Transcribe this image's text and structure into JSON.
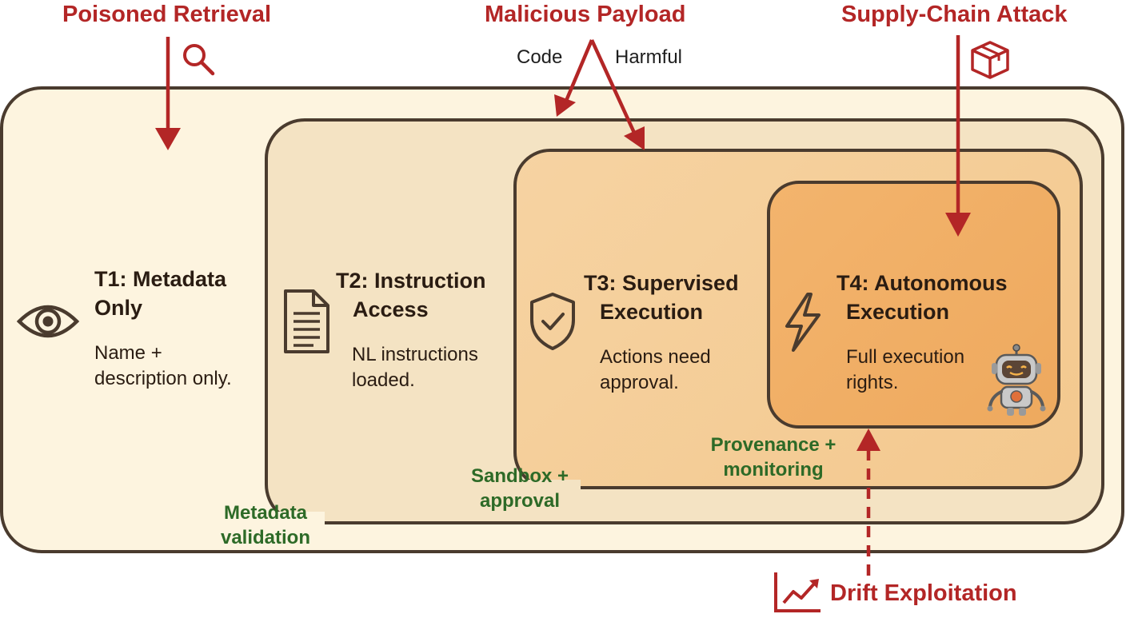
{
  "tiers": [
    {
      "title": "T1: Metadata Only",
      "title_l1": "T1: Metadata",
      "title_l2": "Only",
      "desc_l1": "Name +",
      "desc_l2": "description only.",
      "icon": "eye-icon"
    },
    {
      "title": "T2: Instruction Access",
      "title_l1": "T2: Instruction",
      "title_l2": "Access",
      "desc_l1": "NL instructions",
      "desc_l2": "loaded.",
      "icon": "document-icon"
    },
    {
      "title": "T3: Supervised Execution",
      "title_l1": "T3: Supervised",
      "title_l2": "Execution",
      "desc_l1": "Actions need",
      "desc_l2": "approval.",
      "icon": "shield-check-icon"
    },
    {
      "title": "T4: Autonomous Execution",
      "title_l1": "T4: Autonomous",
      "title_l2": "Execution",
      "desc_l1": "Full execution",
      "desc_l2": "rights.",
      "icon": "lightning-icon"
    }
  ],
  "threats": {
    "poisoned_retrieval": {
      "label": "Poisoned Retrieval",
      "icon": "magnifier-icon"
    },
    "malicious_payload": {
      "label": "Malicious Payload",
      "branch_left": "Code",
      "branch_right": "Harmful"
    },
    "supply_chain": {
      "label": "Supply-Chain Attack",
      "icon": "package-icon"
    },
    "drift": {
      "label": "Drift Exploitation",
      "icon": "trend-chart-icon"
    }
  },
  "controls": {
    "metadata_validation": {
      "l1": "Metadata",
      "l2": "validation"
    },
    "sandbox_approval": {
      "l1": "Sandbox +",
      "l2": "approval"
    },
    "provenance_monitoring": {
      "l1": "Provenance +",
      "l2": "monitoring"
    }
  },
  "colors": {
    "threat_red": "#b32626",
    "control_green": "#2d6a27",
    "border": "#4a3b2e",
    "t1_fill": "#fdf4df",
    "t2_fill": "#f4e3c3",
    "t3_fill": "#f5cf9a",
    "t4_fill": "#f0ad62"
  }
}
